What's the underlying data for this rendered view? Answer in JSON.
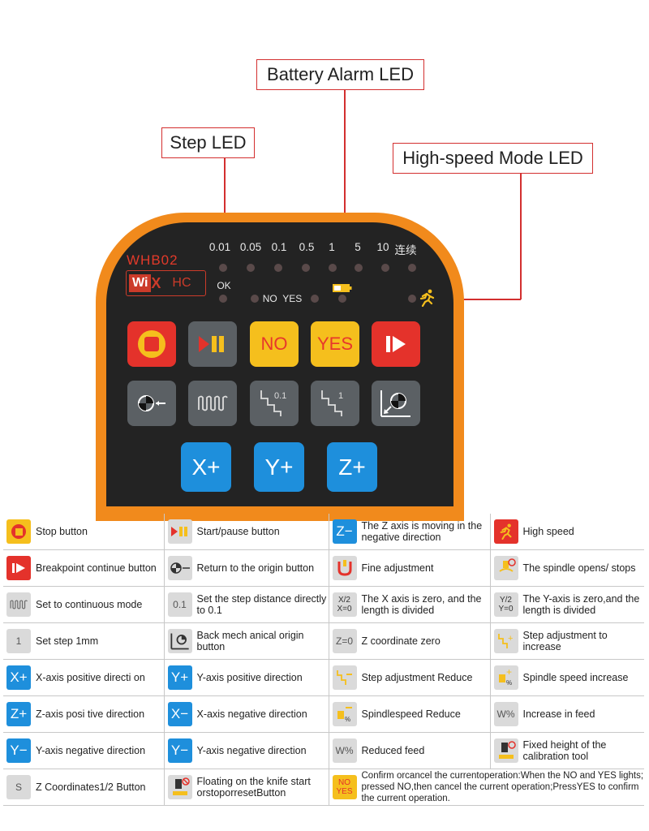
{
  "callouts": {
    "battery": "Battery Alarm LED",
    "step": "Step LED",
    "highspeed": "High-speed Mode LED"
  },
  "device": {
    "model": "WHB02",
    "logo_mark": "WiXHC",
    "step_labels": [
      "0.01",
      "0.05",
      "0.1",
      "0.5",
      "1",
      "5",
      "10",
      "连续"
    ],
    "ok_label": "OK",
    "no_yes_label": "NO  YES",
    "buttons": {
      "no": "NO",
      "yes": "YES",
      "x_plus": "X+",
      "y_plus": "Y+",
      "z_plus": "Z+",
      "step01": "0.1",
      "step1": "1"
    }
  },
  "colors": {
    "orange": "#f18a1c",
    "face": "#232323",
    "red": "#e4322b",
    "yellow": "#f5bf1d",
    "blue": "#1e8fdc",
    "gray": "#5b6064",
    "callout": "#d32f2f"
  },
  "legend": [
    [
      {
        "icon": "stop-icon",
        "text": "Stop button"
      },
      {
        "icon": "start-pause-icon",
        "text": "Start/pause button"
      },
      {
        "icon": "z-minus-icon",
        "glyph": "Z−",
        "text": "The Z axis is moving in the negative direction"
      },
      {
        "icon": "high-speed-icon",
        "text": "High speed"
      }
    ],
    [
      {
        "icon": "breakpoint-icon",
        "text": "Breakpoint continue button"
      },
      {
        "icon": "return-origin-icon",
        "text": "Return to the origin button"
      },
      {
        "icon": "fine-adjust-icon",
        "text": "Fine adjustment"
      },
      {
        "icon": "spindle-toggle-icon",
        "text": "The spindle opens/ stops"
      }
    ],
    [
      {
        "icon": "continuous-icon",
        "text": "Set to continuous mode"
      },
      {
        "icon": "step-01-icon",
        "glyph": "0.1",
        "text": "Set the step distance directly to 0.1"
      },
      {
        "icon": "x-zero-icon",
        "glyph_top": "X/2",
        "glyph_bottom": "X=0",
        "text": "The X axis is zero, and the length is divided"
      },
      {
        "icon": "y-zero-icon",
        "glyph_top": "Y/2",
        "glyph_bottom": "Y=0",
        "text": "The Y-axis is zero,and the length is divided"
      }
    ],
    [
      {
        "icon": "step-1-icon",
        "glyph": "1",
        "text": "Set step 1mm"
      },
      {
        "icon": "back-mech-origin-icon",
        "text": "Back mech anical origin button"
      },
      {
        "icon": "z-zero-icon",
        "glyph": "Z=0",
        "text": "Z coordinate zero"
      },
      {
        "icon": "step-increase-icon",
        "text": "Step adjustment to increase"
      }
    ],
    [
      {
        "icon": "x-plus-icon",
        "glyph": "X+",
        "text": "X-axis positive directi on"
      },
      {
        "icon": "y-plus-icon",
        "glyph": "Y+",
        "text": "Y-axis positive direction"
      },
      {
        "icon": "step-reduce-icon",
        "text": "Step adjustment Reduce"
      },
      {
        "icon": "spindle-speed-up-icon",
        "text": "Spindle speed increase"
      }
    ],
    [
      {
        "icon": "z-plus-icon",
        "glyph": "Z+",
        "text": "Z-axis posi tive direction"
      },
      {
        "icon": "x-minus-icon",
        "glyph": "X−",
        "text": "X-axis negative direction"
      },
      {
        "icon": "spindle-speed-down-icon",
        "text": "Spindlespeed Reduce"
      },
      {
        "icon": "feed-increase-icon",
        "glyph": "W%",
        "text": "Increase in feed"
      }
    ],
    [
      {
        "icon": "y-minus-icon",
        "glyph": "Y−",
        "text": "Y-axis negative direction"
      },
      {
        "icon": "y-minus-icon",
        "glyph": "Y−",
        "text": "Y-axis negative direction"
      },
      {
        "icon": "feed-reduce-icon",
        "glyph": "W%",
        "text": "Reduced feed"
      },
      {
        "icon": "calibration-icon",
        "text": "Fixed height of the calibration tool"
      }
    ],
    [
      {
        "icon": "z-half-icon",
        "glyph": "S",
        "text": "Z Coordinates1/2 Button"
      },
      {
        "icon": "floating-knife-icon",
        "text": "Floating on the knife start orstoporresetButton"
      },
      {
        "icon": "no-yes-icon",
        "glyph_top": "NO",
        "glyph_bottom": "YES",
        "text": "Confirm orcancel the currentoperation:When the NO and YES lights; pressed NO,then cancel the current operation;PressYES to confirm the current operation.",
        "span": 2
      }
    ]
  ]
}
